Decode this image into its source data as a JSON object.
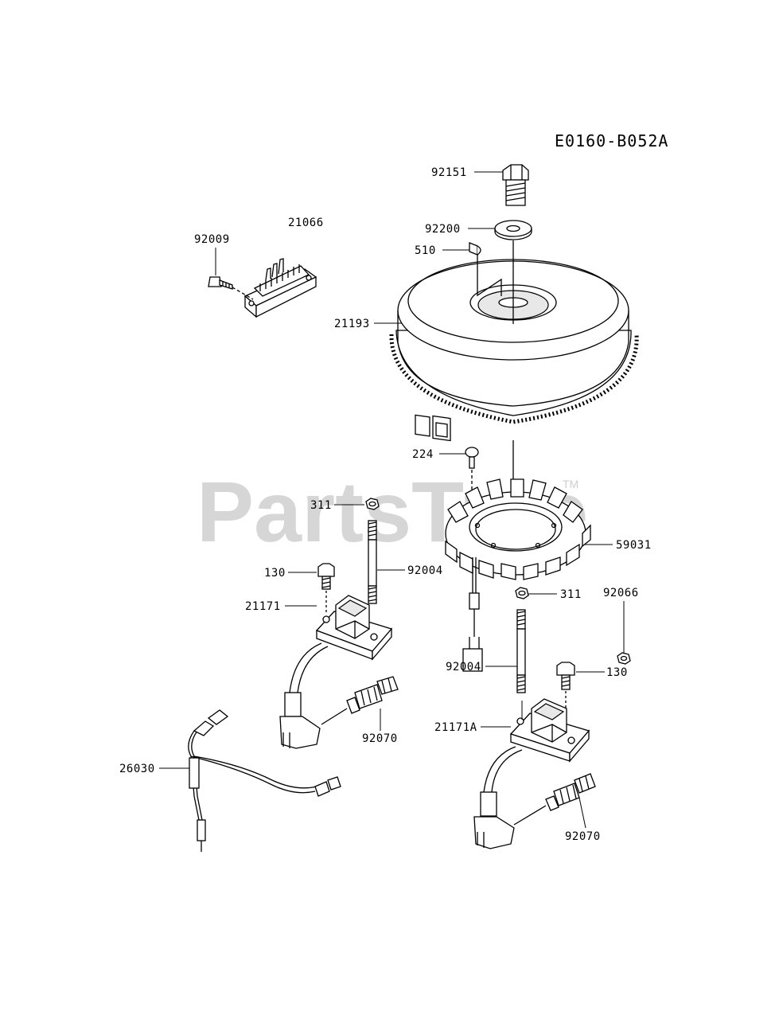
{
  "diagram": {
    "code": "E0160-B052A",
    "watermark": "PartsTree",
    "watermark_tm": "TM",
    "labels": {
      "p92151": "92151",
      "p92200": "92200",
      "p510": "510",
      "p21066": "21066",
      "p92009": "92009",
      "p21193": "21193",
      "p224": "224",
      "p311a": "311",
      "p59031": "59031",
      "p130a": "130",
      "p92004a": "92004",
      "p311b": "311",
      "p92066": "92066",
      "p21171": "21171",
      "p92004b": "92004",
      "p130b": "130",
      "p92070a": "92070",
      "p21171a": "21171A",
      "p26030": "26030",
      "p92070b": "92070"
    }
  }
}
